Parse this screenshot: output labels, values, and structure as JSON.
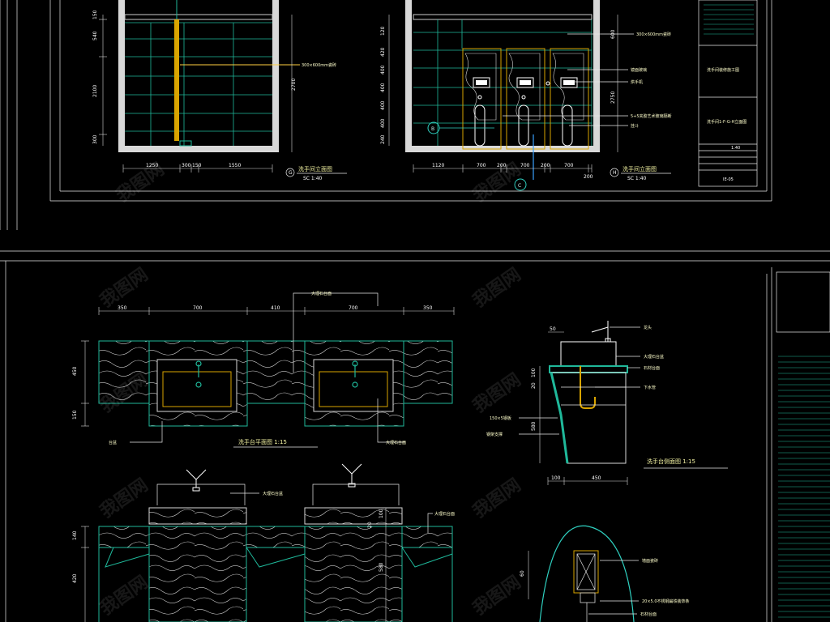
{
  "top": {
    "view_g": {
      "dims_v": [
        "150",
        "540",
        "2100",
        "300"
      ],
      "dims_h": [
        "1250",
        "300",
        "150",
        "1550"
      ],
      "label_dim_v_right": "2700",
      "note_tile": "300×600mm瓷砖",
      "marker": "G",
      "title": "洗手间立面图",
      "scale": "SC 1:40"
    },
    "view_h": {
      "dims_v": [
        "120",
        "420",
        "400",
        "400",
        "400",
        "400",
        "240"
      ],
      "dims_h": [
        "1120",
        "700",
        "200",
        "700",
        "200",
        "700",
        "200"
      ],
      "label_dim_v_right": "2750",
      "dim_top_right": "600",
      "notes": [
        "300×600mm瓷砖",
        "镜面玻璃",
        "烘手机",
        "5+5夹胶艺术玻璃隔断",
        "挂斗"
      ],
      "marker_b": "B",
      "marker_c": "C",
      "marker": "H",
      "title": "洗手间立面图",
      "scale": "SC 1:40"
    },
    "title_block": {
      "project": "洗手间装修施工图",
      "sheet": "洗手间1-F-G-H立面图",
      "scale": "1:40",
      "drawing_no": "IE-05"
    }
  },
  "bottom": {
    "plan": {
      "dims_top": [
        "350",
        "700",
        "410",
        "700",
        "350"
      ],
      "dims_left": [
        "450",
        "150"
      ],
      "note_top": "大理石台面",
      "note_left": "台盆",
      "note_right": "大理石台面",
      "title": "洗手台平面图  1:15"
    },
    "elevation": {
      "dims_left": [
        "140",
        "420"
      ],
      "dims_right": [
        "100",
        "20",
        "580"
      ],
      "note_top": "大理石台盆",
      "note_right": "大理石台面"
    },
    "section": {
      "dim_top": "50",
      "dims_left": [
        "100",
        "20",
        "580"
      ],
      "dims_bottom": [
        "100",
        "450"
      ],
      "notes": [
        "龙头",
        "大理石台盆",
        "石材台面",
        "下水管",
        "150×5钢板",
        "钢架支撑"
      ],
      "title": "洗手台侧面图  1:15"
    },
    "detail": {
      "dim_left": "60",
      "notes": [
        "墙面瓷砖",
        "20×5.0不锈钢扁铁装饰条",
        "石材台面"
      ]
    }
  },
  "watermark": "我图网"
}
